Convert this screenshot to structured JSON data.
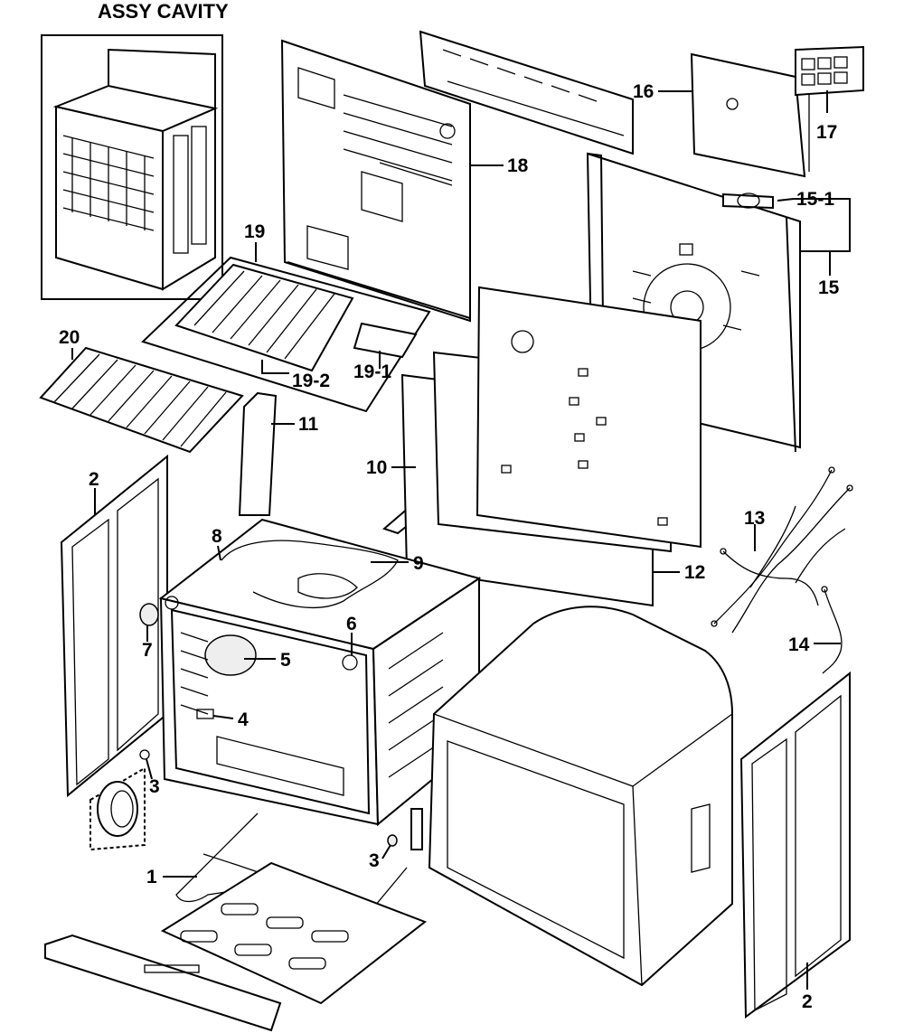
{
  "title": "ASSY CAVITY",
  "callouts": {
    "c1": "1",
    "c2a": "2",
    "c2b": "2",
    "c3a": "3",
    "c3b": "3",
    "c4": "4",
    "c5": "5",
    "c6": "6",
    "c7": "7",
    "c8": "8",
    "c9": "9",
    "c10": "10",
    "c11": "11",
    "c12": "12",
    "c13": "13",
    "c14": "14",
    "c15": "15",
    "c15_1": "15-1",
    "c16": "16",
    "c17": "17",
    "c18": "18",
    "c19": "19",
    "c19_1": "19-1",
    "c19_2": "19-2",
    "c20": "20"
  }
}
